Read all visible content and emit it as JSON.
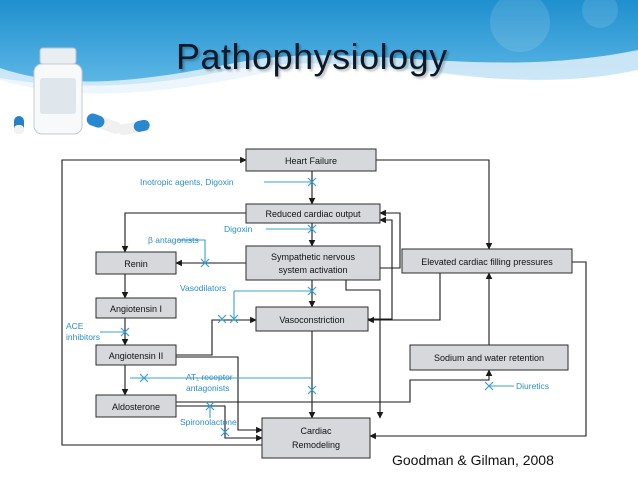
{
  "title": "Pathophysiology",
  "citation": "Goodman & Gilman, 2008",
  "colors": {
    "accent_blue": "#2a8fc2",
    "box_fill": "#d6d8dc",
    "header_blue": "#1f8fce"
  },
  "boxes": {
    "heart_failure": "Heart Failure",
    "reduced_output": "Reduced cardiac output",
    "sympathetic_line1": "Sympathetic nervous",
    "sympathetic_line2": "system activation",
    "renin": "Renin",
    "angiotensin_1": "Angiotensin I",
    "angiotensin_2": "Angiotensin II",
    "aldosterone": "Aldosterone",
    "vasoconstriction": "Vasoconstriction",
    "filling_pressures": "Elevated cardiac filling pressures",
    "sodium_water": "Sodium and water retention",
    "remodeling_line1": "Cardiac",
    "remodeling_line2": "Remodeling"
  },
  "drugs": {
    "inotropic": "Inotropic agents, Digoxin",
    "digoxin": "Digoxin",
    "beta_blockers": "β antagonists",
    "vasodilators": "Vasodilators",
    "ace_line1": "ACE",
    "ace_line2": "inhibitors",
    "at1_line1": "AT₁ receptor",
    "at1_line2": "antagonists",
    "spironolactone": "Spironolactone",
    "diuretics": "Diuretics"
  }
}
